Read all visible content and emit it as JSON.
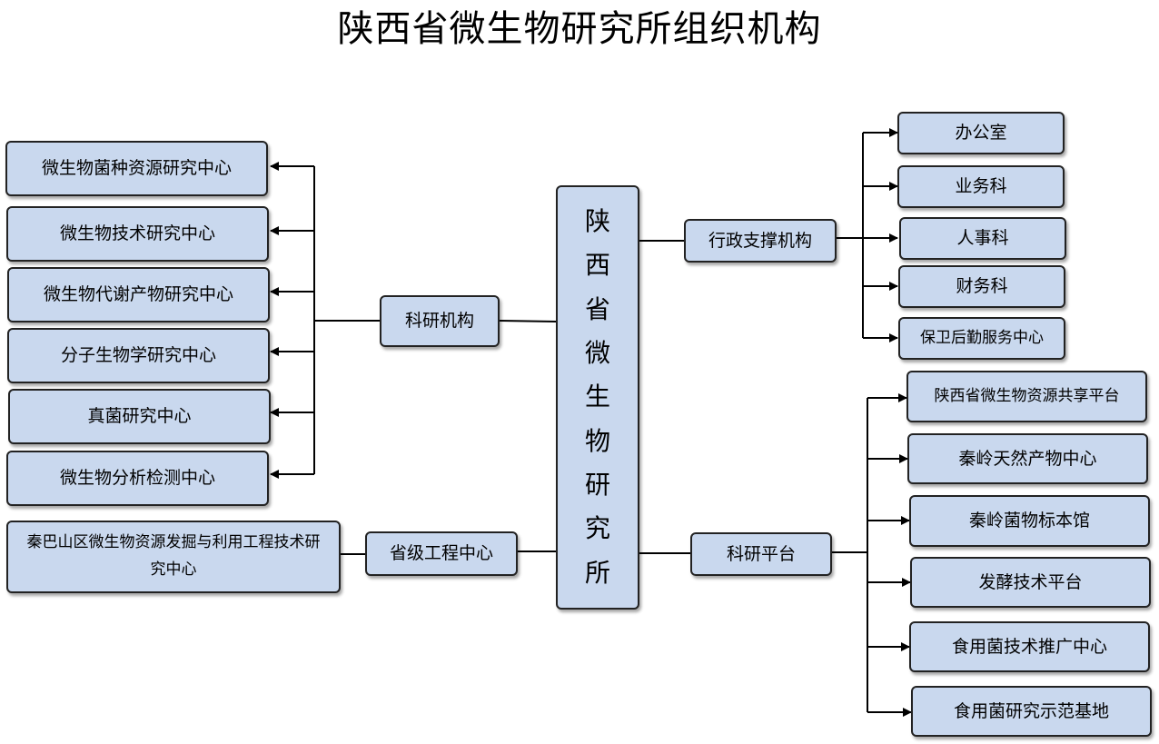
{
  "title": "陕西省微生物研究所组织机构",
  "center": [
    "陕",
    "西",
    "省",
    "微",
    "生",
    "物",
    "研",
    "究",
    "所"
  ],
  "branches": {
    "research_institutions": {
      "label": "科研机构",
      "children": [
        "微生物菌种资源研究中心",
        "微生物技术研究中心",
        "微生物代谢产物研究中心",
        "分子生物学研究中心",
        "真菌研究中心",
        "微生物分析检测中心"
      ]
    },
    "provincial_engineering": {
      "label": "省级工程中心",
      "children": [
        "秦巴山区微生物资源发掘与利用工程技术研究中心"
      ]
    },
    "administrative_support": {
      "label": "行政支撑机构",
      "children": [
        "办公室",
        "业务科",
        "人事科",
        "财务科",
        "保卫后勤服务中心"
      ]
    },
    "research_platforms": {
      "label": "科研平台",
      "children": [
        "陕西省微生物资源共享平台",
        "秦岭天然产物中心",
        "秦岭菌物标本馆",
        "发酵技术平台",
        "食用菌技术推广中心",
        "食用菌研究示范基地"
      ]
    }
  }
}
